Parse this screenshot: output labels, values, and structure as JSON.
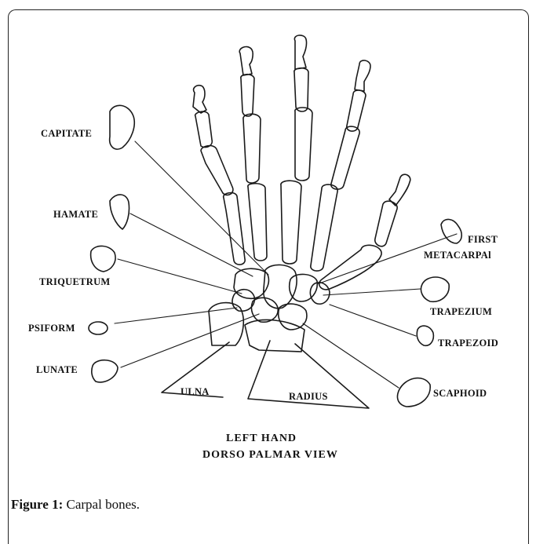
{
  "labels": {
    "capitate": "CAPITATE",
    "hamate": "HAMATE",
    "triquetrum": "TRIQUETRUM",
    "psiform": "PSIFORM",
    "lunate": "LUNATE",
    "ulna": "ULNA",
    "radius": "RADIUS",
    "first": "FIRST",
    "metacarpal": "METACARPAl",
    "trapezium": "TRAPEZIUM",
    "trapezoid": "TRAPEZOID",
    "scaphoid": "SCAPHOID"
  },
  "title": {
    "line1": "LEFT HAND",
    "line2": "DORSO PALMAR VIEW"
  },
  "caption": {
    "prefix": "Figure 1:",
    "text": "Carpal bones."
  }
}
